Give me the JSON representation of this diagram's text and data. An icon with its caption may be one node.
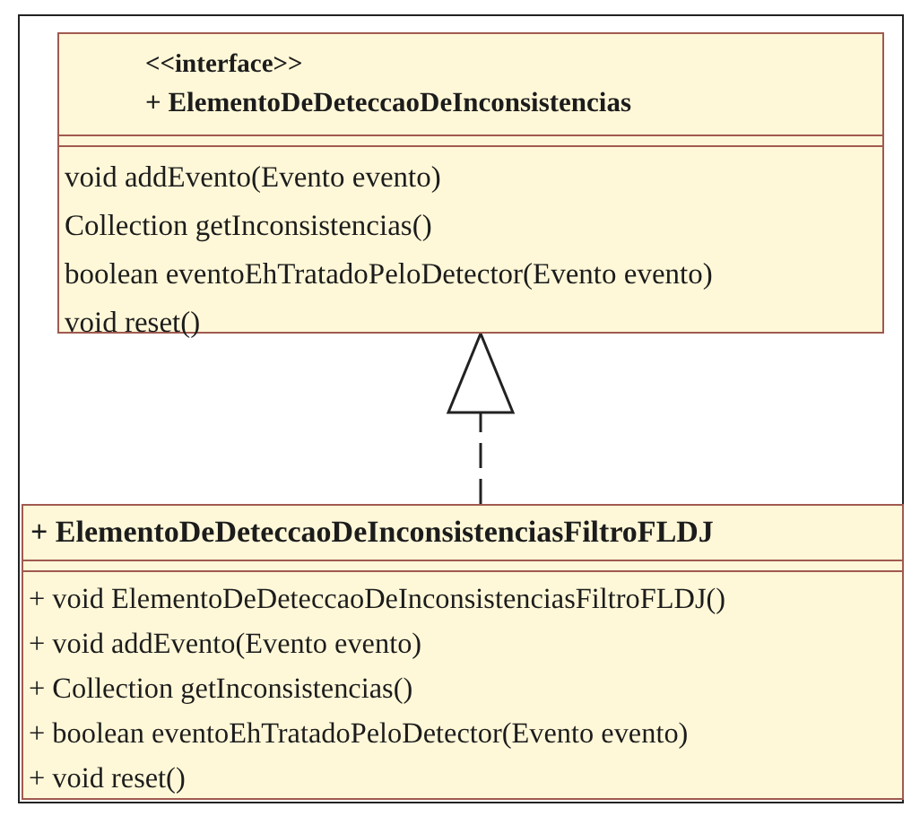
{
  "diagram": {
    "nodes": [
      {
        "text": [
          "<<interface>>",
          "+ ElementoDeDeteccaoDeInconsistencias",
          "void addEvento(Evento evento)",
          "Collection getInconsistencias()",
          "boolean eventoEhTratadoPeloDetector(Evento evento)",
          "void reset()"
        ]
      },
      {
        "text": [
          "+ ElementoDeDeteccaoDeInconsistenciasFiltroFLDJ",
          "+ void ElementoDeDeteccaoDeInconsistenciasFiltroFLDJ()",
          "+ void addEvento(Evento evento)",
          "+ Collection getInconsistencias()",
          "+ boolean eventoEhTratadoPeloDetector(Evento evento)",
          "+ void reset()"
        ]
      }
    ],
    "edges": [
      {
        "from": 1,
        "to": 0,
        "arrow": "to",
        "style": "dashed"
      }
    ]
  }
}
